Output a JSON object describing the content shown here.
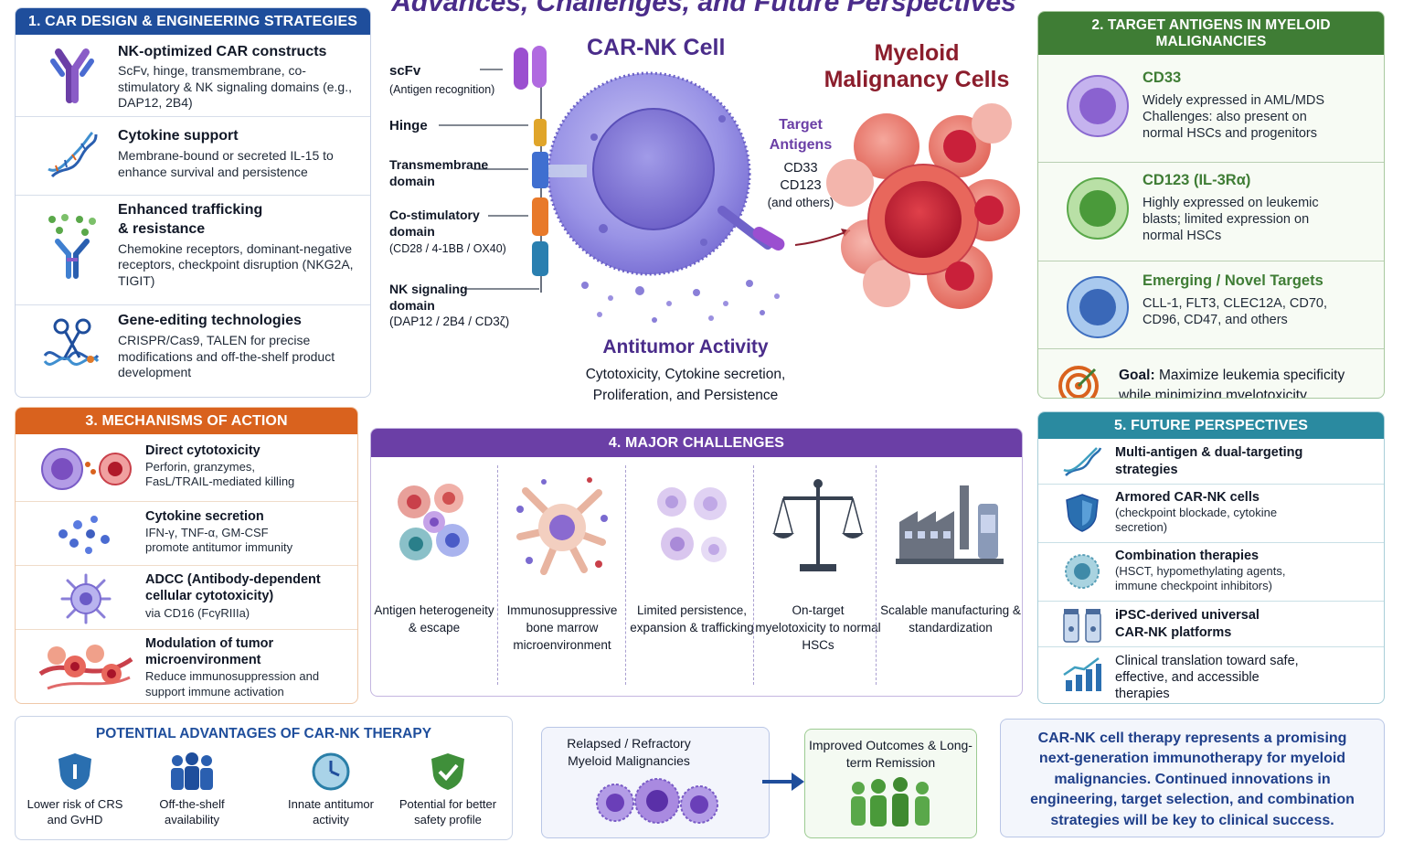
{
  "header": {
    "title": "Advances, Challenges, and Future Perspectives"
  },
  "design": {
    "title": "1. CAR DESIGN & ENGINEERING STRATEGIES",
    "color": "#1f4e9c",
    "items": [
      {
        "icon": "antibody-icon",
        "title": "NK-optimized CAR constructs",
        "body": "ScFv, hinge, transmembrane, co-stimulatory & NK signaling domains (e.g., DAP12, 2B4)"
      },
      {
        "icon": "dna-helix-icon",
        "title": "Cytokine support",
        "body": "Membrane-bound or secreted IL-15 to enhance survival and persistence"
      },
      {
        "icon": "receptor-icon",
        "title": "Enhanced trafficking & resistance",
        "body": "Chemokine receptors, dominant-negative receptors, checkpoint disruption (NKG2A, TIGIT)"
      },
      {
        "icon": "scissors-dna-icon",
        "title": "Gene-editing technologies",
        "body": "CRISPR/Cas9, TALEN for precise modifications and off-the-shelf product development"
      }
    ]
  },
  "center": {
    "car_nk_title": "CAR-NK Cell",
    "myeloid_title": "Myeloid Malignancy Cells",
    "labels": {
      "scfv": "scFv",
      "scfv_sub": "(Antigen recognition)",
      "hinge": "Hinge",
      "transmembrane": "Transmembrane domain",
      "costim": "Co-stimulatory domain",
      "costim_sub": "(CD28 / 4-1BB / OX40)",
      "nk_signal": "NK signaling domain",
      "nk_signal_sub": "(DAP12 / 2B4 / CD3ζ)"
    },
    "target": {
      "title": "Target Antigens",
      "lines": [
        "CD33",
        "CD123",
        "(and others)"
      ]
    },
    "antitumor": {
      "title": "Antitumor Activity",
      "body": "Cytotoxicity, Cytokine secretion, Proliferation, and Persistence"
    }
  },
  "antigens": {
    "title": "2. TARGET ANTIGENS IN MYELOID MALIGNANCIES",
    "color": "#3f7d35",
    "items": [
      {
        "icon": "purple-cell-icon",
        "title": "CD33",
        "body": "Widely expressed in AML/MDS Challenges: also present on normal HSCs and progenitors"
      },
      {
        "icon": "green-cell-icon",
        "title": "CD123 (IL-3Rα)",
        "body": "Highly expressed on leukemic blasts; limited expression on normal HSCs"
      },
      {
        "icon": "blue-cell-icon",
        "title": "Emerging / Novel Targets",
        "body": "CLL-1, FLT3, CLEC12A, CD70, CD96, CD47, and others"
      }
    ],
    "goal_label": "Goal:",
    "goal_text": "Maximize leukemia specificity while minimizing myelotoxicity"
  },
  "mechanisms": {
    "title": "3. MECHANISMS OF ACTION",
    "color": "#d9621e",
    "items": [
      {
        "icon": "killing-icon",
        "title": "Direct cytotoxicity",
        "body": "Perforin, granzymes, FasL/TRAIL-mediated killing"
      },
      {
        "icon": "cytokine-dots-icon",
        "title": "Cytokine secretion",
        "body": "IFN-γ, TNF-α, GM-CSF promote antitumor immunity"
      },
      {
        "icon": "adcc-cell-icon",
        "title": "ADCC (Antibody-dependent cellular cytotoxicity)",
        "body": "via CD16 (FcγRIIIa)"
      },
      {
        "icon": "tumor-env-icon",
        "title": "Modulation of tumor microenvironment",
        "body": "Reduce immunosuppression and support immune activation"
      }
    ]
  },
  "challenges": {
    "title": "4. MAJOR CHALLENGES",
    "color": "#6b3fa6",
    "items": [
      {
        "icon": "heterogeneous-cells-icon",
        "label": "Antigen heterogeneity & escape"
      },
      {
        "icon": "bone-marrow-icon",
        "label": "Immunosuppressive bone marrow microenvironment"
      },
      {
        "icon": "faded-cells-icon",
        "label": "Limited persistence, expansion & trafficking"
      },
      {
        "icon": "balance-scale-icon",
        "label": "On-target myelotoxicity to normal HSCs"
      },
      {
        "icon": "factory-icon",
        "label": "Scalable manufacturing & standardization"
      }
    ]
  },
  "future": {
    "title": "5. FUTURE PERSPECTIVES",
    "color": "#2a8aa0",
    "items": [
      {
        "icon": "dna-icon",
        "title": "Multi-antigen & dual-targeting strategies",
        "body": ""
      },
      {
        "icon": "shield-icon",
        "title": "Armored CAR-NK cells",
        "body": "(checkpoint blockade, cytokine secretion)"
      },
      {
        "icon": "combo-cell-icon",
        "title": "Combination therapies",
        "body": "(HSCT, hypomethylating agents, immune checkpoint inhibitors)"
      },
      {
        "icon": "vials-icon",
        "title": "iPSC-derived universal CAR-NK platforms",
        "body": ""
      },
      {
        "icon": "growth-chart-icon",
        "title": "Clinical translation toward safe, effective, and accessible therapies",
        "body": ""
      }
    ]
  },
  "advantages": {
    "title": "POTENTIAL ADVANTAGES OF CAR-NK THERAPY",
    "items": [
      {
        "icon": "shield-info-icon",
        "label": "Lower risk of CRS and GvHD"
      },
      {
        "icon": "people-icon",
        "label": "Off-the-shelf availability"
      },
      {
        "icon": "clock-icon",
        "label": "Innate antitumor activity"
      },
      {
        "icon": "check-shield-icon",
        "label": "Potential for better safety profile"
      }
    ]
  },
  "relapsed": {
    "label": "Relapsed / Refractory Myeloid Malignancies"
  },
  "outcomes": {
    "label": "Improved Outcomes & Long-term Remission"
  },
  "conclusion": {
    "text": "CAR-NK cell therapy represents a promising next-generation immunotherapy for myeloid malignancies. Continued innovations in engineering, target selection, and combination strategies will be key to clinical success."
  }
}
